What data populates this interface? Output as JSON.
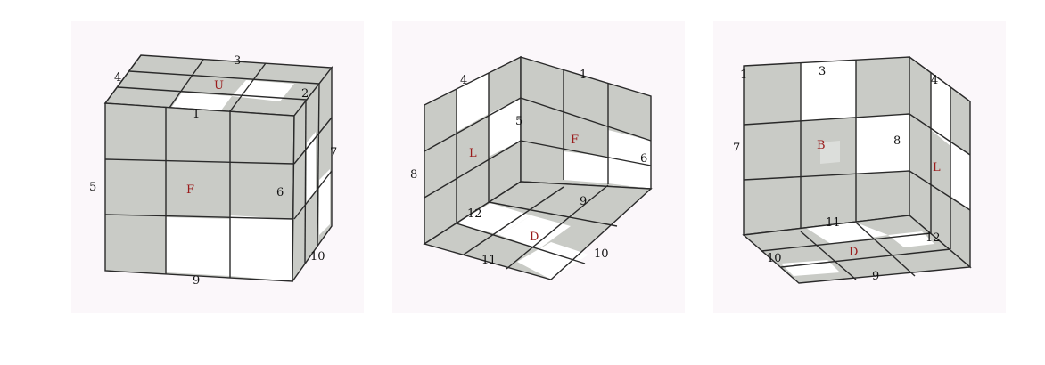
{
  "cube1": {
    "face_labels": {
      "up": "U",
      "front": "F"
    },
    "edges": [
      "1",
      "2",
      "3",
      "4",
      "5",
      "6",
      "7",
      "9",
      "10"
    ]
  },
  "cube2": {
    "face_labels": {
      "left": "L",
      "front": "F",
      "down": "D"
    },
    "edges": [
      "1",
      "4",
      "5",
      "6",
      "8",
      "9",
      "10",
      "11",
      "12"
    ]
  },
  "cube3": {
    "face_labels": {
      "back": "B",
      "left": "L",
      "down": "D"
    },
    "edges": [
      "1",
      "3",
      "4",
      "7",
      "8",
      "9",
      "10",
      "11",
      "12"
    ]
  },
  "colors": {
    "gray_facelet": "#c9cbc6",
    "white_facelet": "#ffffff",
    "face_label": "#9a1b1b"
  }
}
